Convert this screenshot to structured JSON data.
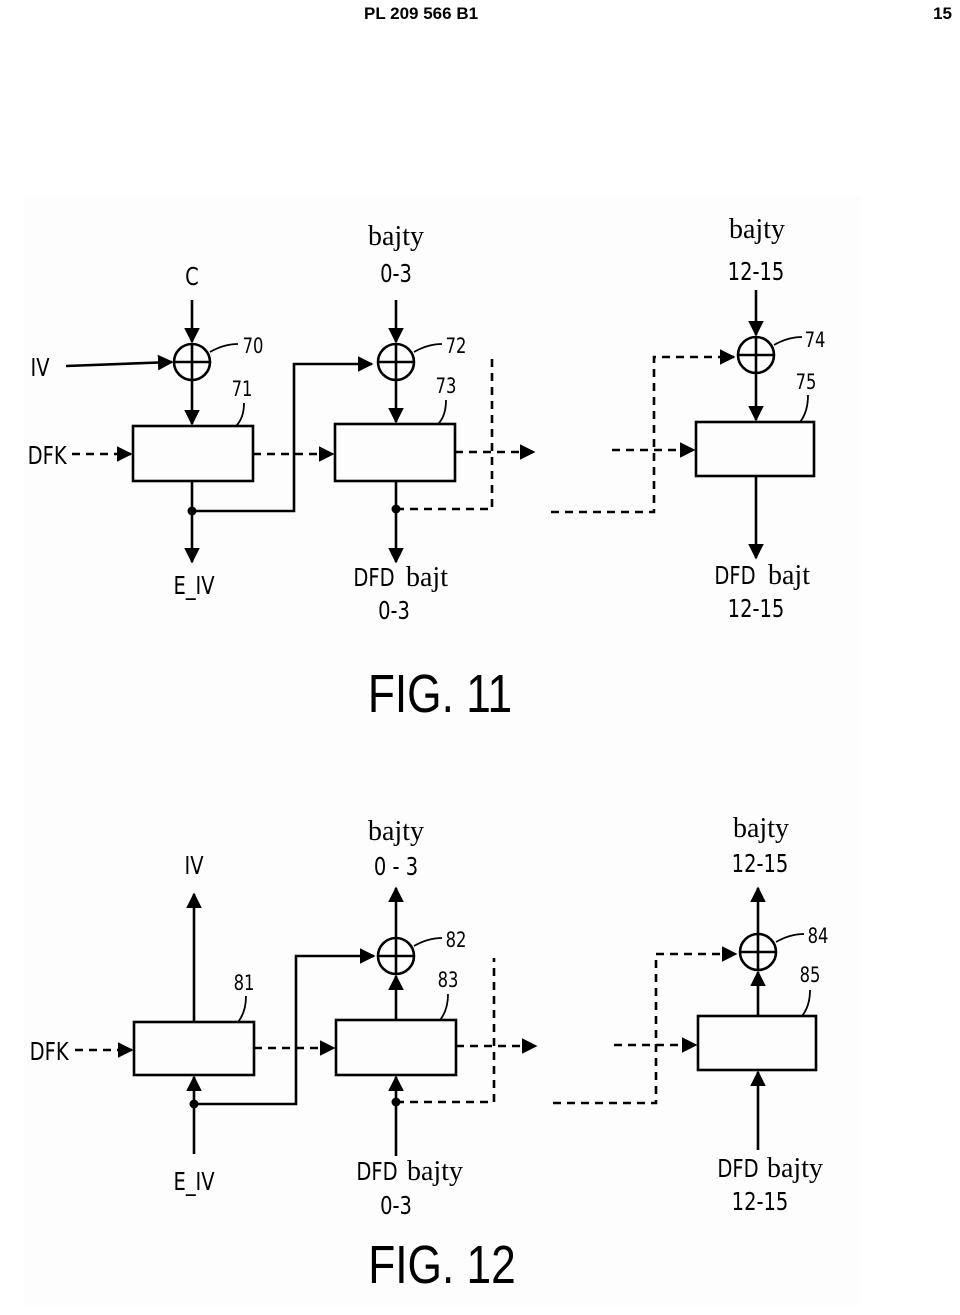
{
  "header": {
    "patent_number": "PL 209 566 B1",
    "page_number": "15"
  },
  "fig11": {
    "caption": "FIG. 11",
    "input_c": "C",
    "bytes_a_word": "bajty",
    "bytes_a_range": "0-3",
    "bytes_b_word": "bajty",
    "bytes_b_range": "12-15",
    "input_iv": "IV",
    "input_dfk": "DFK",
    "ref_xor_1": "70",
    "ref_block_1": "71",
    "ref_xor_2": "72",
    "ref_block_2": "73",
    "ref_xor_3": "74",
    "ref_block_3": "75",
    "output_eiv": "E_IV",
    "out_a_prefix": "DFD",
    "out_a_word": "bajt",
    "out_a_range": "0-3",
    "out_b_prefix": "DFD",
    "out_b_word": "bajt",
    "out_b_range": "12-15"
  },
  "fig12": {
    "caption": "FIG. 12",
    "output_iv": "IV",
    "bytes_a_word": "bajty",
    "bytes_a_range": "0 - 3",
    "bytes_b_word": "bajty",
    "bytes_b_range": "12-15",
    "input_dfk": "DFK",
    "ref_block_1": "81",
    "ref_xor_2": "82",
    "ref_block_2": "83",
    "ref_xor_3": "84",
    "ref_block_3": "85",
    "input_eiv": "E_IV",
    "in_a_prefix": "DFD",
    "in_a_word": "bajty",
    "in_a_range": "0-3",
    "in_b_prefix": "DFD",
    "in_b_word": "bajty",
    "in_b_range": "12-15"
  }
}
